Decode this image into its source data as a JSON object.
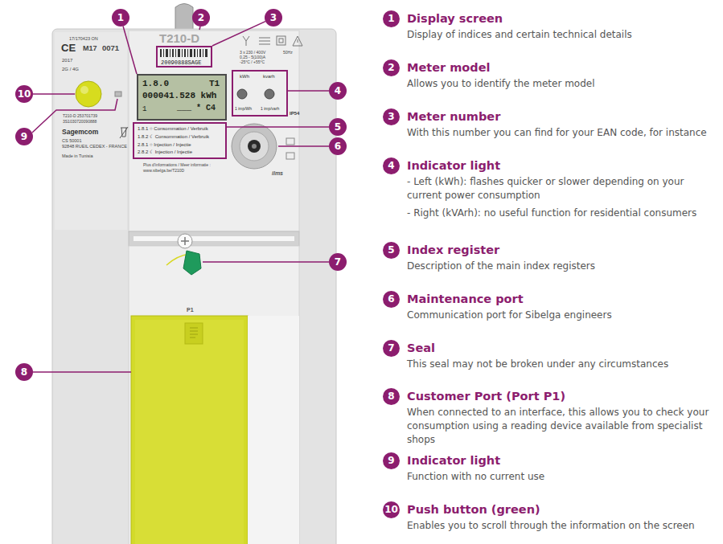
{
  "diagram": {
    "nodes": [
      {
        "text": [
          "1"
        ]
      },
      {
        "text": [
          "2"
        ]
      },
      {
        "text": [
          "3"
        ]
      },
      {
        "text": [
          "20090888SAGE"
        ]
      },
      {
        "text": [
          "10"
        ]
      },
      {
        "text": [
          "1.8.0",
          "T1",
          "000041.528 kWh",
          "1",
          "___ * C4"
        ]
      },
      {
        "text": [
          "kWh",
          "kvarh",
          "1 imp/Wh",
          "1 imp/varh"
        ]
      },
      {
        "text": [
          "4"
        ]
      },
      {
        "text": [
          "9"
        ]
      },
      {
        "text": [
          "1.8.1 ○ Consommation / Verbruik",
          "1.8.2 ☾ Consommation / Verbruik",
          "2.8.1 ○ Injection / Injectie",
          "2.8.2 ☾ Injection / Injectie"
        ]
      },
      {
        "text": [
          "5"
        ]
      },
      {
        "text": [
          "6"
        ]
      },
      {
        "text": [
          "7"
        ]
      },
      {
        "text": [
          "8"
        ]
      },
      {
        "text": [
          "1",
          "Display screen",
          "Display of indices and certain technical details"
        ]
      },
      {
        "text": [
          "2",
          "Meter model",
          "Allows you to identify the meter model"
        ]
      },
      {
        "text": [
          "3",
          "Meter number",
          "With this number you can find for your EAN code, for instance"
        ]
      },
      {
        "text": [
          "4",
          "Indicator light",
          "- Left (kWh): flashes quicker or slower depending on your current power consumption",
          "- Right (kVArh): no useful function for residential consumers"
        ]
      },
      {
        "text": [
          "5",
          "Index register",
          "Description of the main index registers"
        ]
      },
      {
        "text": [
          "6",
          "Maintenance port",
          "Communication port for Sibelga engineers"
        ]
      },
      {
        "text": [
          "7",
          "Seal",
          "This seal may not be broken under any circumstances"
        ]
      },
      {
        "text": [
          "8",
          "Customer Port (Port P1)",
          "When connected to an interface, this allows you to check your consumption using a reading device available from specialist shops"
        ]
      },
      {
        "text": [
          "9",
          "Indicator light",
          "Function with no current use"
        ]
      },
      {
        "text": [
          "10",
          "Push button (green)",
          "Enables you to scroll through the information on the screen"
        ]
      }
    ],
    "edges": [
      {
        "from": 0,
        "to": 5,
        "arrow": "none"
      },
      {
        "from": 2,
        "to": 3,
        "arrow": "none"
      },
      {
        "from": 7,
        "to": 6,
        "arrow": "none"
      },
      {
        "from": 10,
        "to": 9,
        "arrow": "none"
      }
    ],
    "labels": [
      "T210-D",
      "17/170423 ON",
      "CE",
      "M17",
      "0071",
      "3 x 230 / 400V",
      "50Hz",
      "0,25 - 5(100)A",
      "-25°C / +55°C",
      "2017",
      "2G / 4G",
      "IP54",
      "T210-D 253701739",
      "3S1030720090888",
      "Sagemcom",
      "CS 50001",
      "92848 RUEIL CEDEX - FRANCE",
      "Made in Tunisia",
      "Plus d'informations / Meer informatie :",
      "www.sibelga.be/T210D",
      "ilms",
      "P1"
    ]
  }
}
